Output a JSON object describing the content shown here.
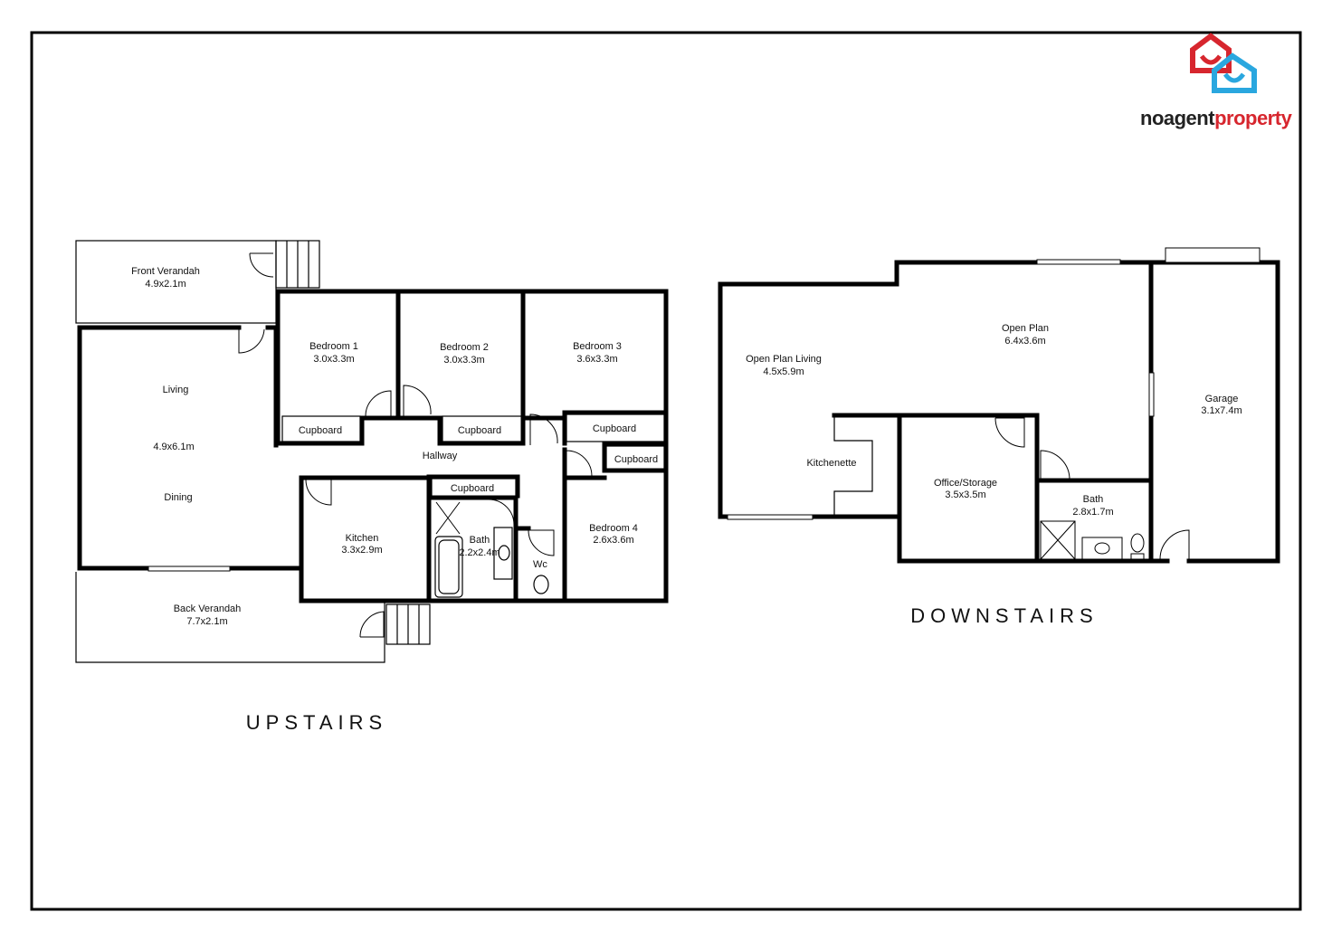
{
  "brand": {
    "part1": "noagent",
    "part2": "property",
    "color1": "#222222",
    "color2": "#d7262e",
    "accent": "#2aa7df"
  },
  "upstairs": {
    "title": "UPSTAIRS",
    "rooms": {
      "front_verandah": {
        "name": "Front Verandah",
        "size": "4.9x2.1m"
      },
      "bedroom1": {
        "name": "Bedroom 1",
        "size": "3.0x3.3m"
      },
      "bedroom2": {
        "name": "Bedroom 2",
        "size": "3.0x3.3m"
      },
      "bedroom3": {
        "name": "Bedroom 3",
        "size": "3.6x3.3m"
      },
      "living": {
        "name": "Living",
        "size": "4.9x6.1m",
        "name2": "Dining"
      },
      "cupboard1": {
        "name": "Cupboard"
      },
      "cupboard2": {
        "name": "Cupboard"
      },
      "cupboard3": {
        "name": "Cupboard"
      },
      "cupboard4": {
        "name": "Cupboard"
      },
      "cupboard5": {
        "name": "Cupboard"
      },
      "hallway": {
        "name": "Hallway"
      },
      "kitchen": {
        "name": "Kitchen",
        "size": "3.3x2.9m"
      },
      "bath": {
        "name": "Bath",
        "size": "2.2x2.4m"
      },
      "wc": {
        "name": "Wc"
      },
      "bedroom4": {
        "name": "Bedroom 4",
        "size": "2.6x3.6m"
      },
      "back_verandah": {
        "name": "Back Verandah",
        "size": "7.7x2.1m"
      }
    }
  },
  "downstairs": {
    "title": "DOWNSTAIRS",
    "rooms": {
      "open_plan_living": {
        "name": "Open Plan Living",
        "size": "4.5x5.9m"
      },
      "open_plan": {
        "name": "Open Plan",
        "size": "6.4x3.6m"
      },
      "garage": {
        "name": "Garage",
        "size": "3.1x7.4m"
      },
      "kitchenette": {
        "name": "Kitchenette"
      },
      "office": {
        "name": "Office/Storage",
        "size": "3.5x3.5m"
      },
      "bath": {
        "name": "Bath",
        "size": "2.8x1.7m"
      }
    }
  }
}
